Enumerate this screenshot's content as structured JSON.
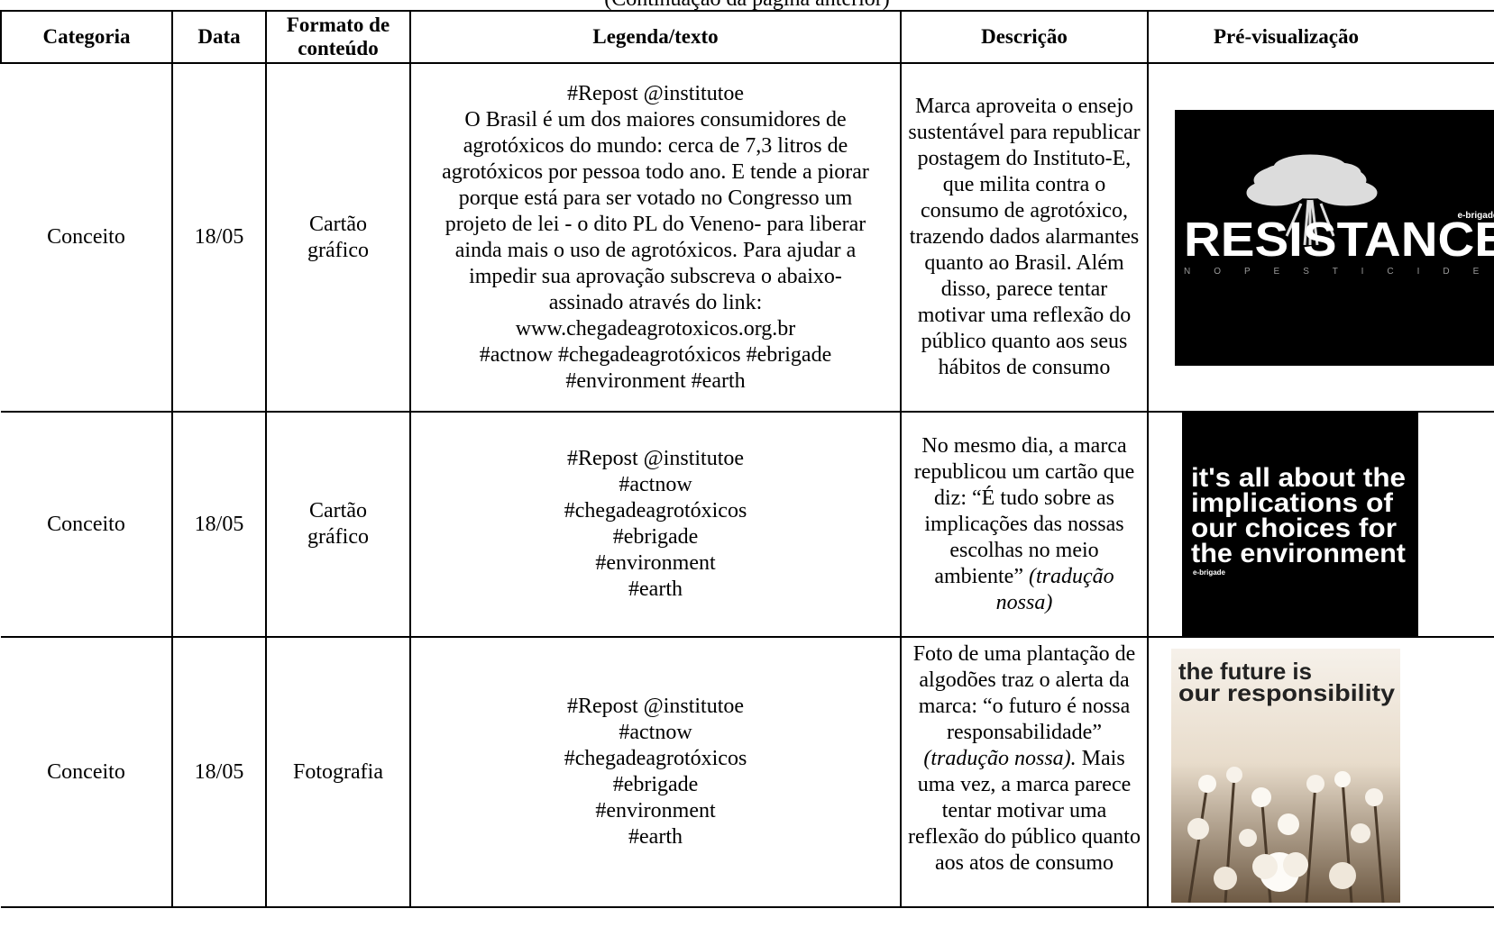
{
  "continuation_note": "(Continuação da página anterior)",
  "headers": {
    "category": "Categoria",
    "date": "Data",
    "format": "Formato de conteúdo",
    "caption": "Legenda/texto",
    "description": "Descrição",
    "preview": "Pré-visualização"
  },
  "rows": [
    {
      "category": "Conceito",
      "date": "18/05",
      "format": "Cartão gráfico",
      "caption_lines": [
        "#Repost @institutoe",
        "O Brasil é um dos maiores consumidores de",
        "agrotóxicos do mundo: cerca de 7,3 litros de",
        "agrotóxicos por pessoa todo ano. E tende a piorar",
        "porque está para ser votado no Congresso um",
        "projeto de lei - o dito PL do Veneno- para liberar",
        "ainda mais o uso de agrotóxicos. Para ajudar a",
        "impedir sua aprovação subscreva o abaixo-",
        "assinado através do link:",
        "www.chegadeagrotoxicos.org.br",
        "#actnow #chegadeagrotóxicos #ebrigade",
        "#environment #earth"
      ],
      "description": "Marca aproveita o ensejo sustentável para republicar postagem do Instituto-E, que milita contra o consumo de agrotóxico, trazendo dados alarmantes quanto ao Brasil. Além disso, parece tentar motivar uma reflexão do público quanto aos seus hábitos de consumo",
      "preview": {
        "main_text": "RESISTANCE",
        "sub_text": "N O   P E S T I C I D E S",
        "brand": "e-brigade"
      }
    },
    {
      "category": "Conceito",
      "date": "18/05",
      "format": "Cartão gráfico",
      "caption_lines": [
        "#Repost @institutoe",
        "#actnow",
        "#chegadeagrotóxicos",
        "#ebrigade",
        "#environment",
        "#earth"
      ],
      "description": "No mesmo dia, a marca republicou um cartão que diz: “É tudo sobre as implicações das nossas escolhas no meio ambiente”",
      "description_note": "(tradução nossa)",
      "preview": {
        "lines": [
          "it's all about the",
          "implications of",
          "our choices for",
          "the environment"
        ],
        "brand": "e-brigade"
      }
    },
    {
      "category": "Conceito",
      "date": "18/05",
      "format": "Fotografia",
      "caption_lines": [
        "#Repost @institutoe",
        "#actnow",
        "#chegadeagrotóxicos",
        "#ebrigade",
        "#environment",
        "#earth"
      ],
      "description_before": "Foto de uma plantação de algodões traz o alerta da marca: “o futuro é nossa responsabilidade”",
      "description_note": "(tradução nossa).",
      "description_after": "Mais uma vez, a marca parece tentar motivar uma reflexão do público quanto aos atos de consumo",
      "preview": {
        "lines": [
          "the future is",
          "our responsibility"
        ]
      }
    }
  ]
}
